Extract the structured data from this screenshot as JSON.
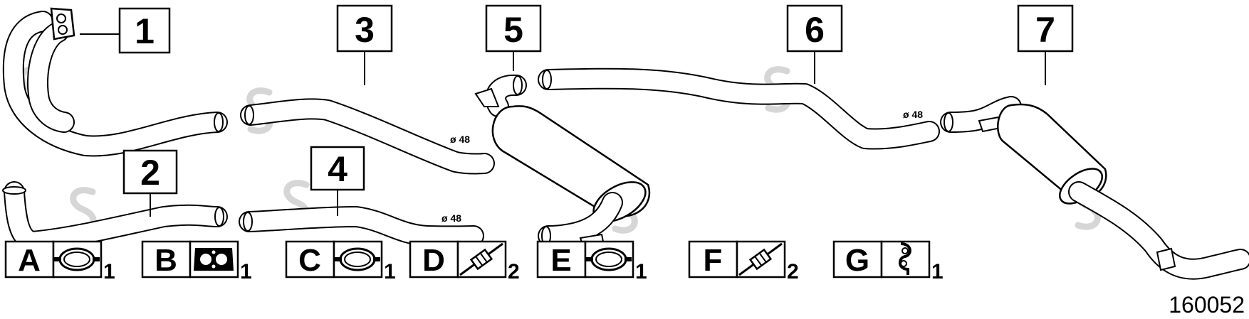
{
  "figure_ref": "160052",
  "callouts": [
    "1",
    "2",
    "3",
    "4",
    "5",
    "6",
    "7"
  ],
  "diameters": [
    "ø 48",
    "ø 48",
    "ø 48"
  ],
  "hardware": [
    {
      "letter": "A",
      "icon": "clamp-icon",
      "qty": "1"
    },
    {
      "letter": "B",
      "icon": "gasket-icon",
      "qty": "1"
    },
    {
      "letter": "C",
      "icon": "clamp-icon",
      "qty": "1"
    },
    {
      "letter": "D",
      "icon": "rubber-mount-icon",
      "qty": "2"
    },
    {
      "letter": "E",
      "icon": "clamp-icon",
      "qty": "1"
    },
    {
      "letter": "F",
      "icon": "rubber-mount-icon",
      "qty": "2"
    },
    {
      "letter": "G",
      "icon": "hanger-clip-icon",
      "qty": "1"
    }
  ]
}
